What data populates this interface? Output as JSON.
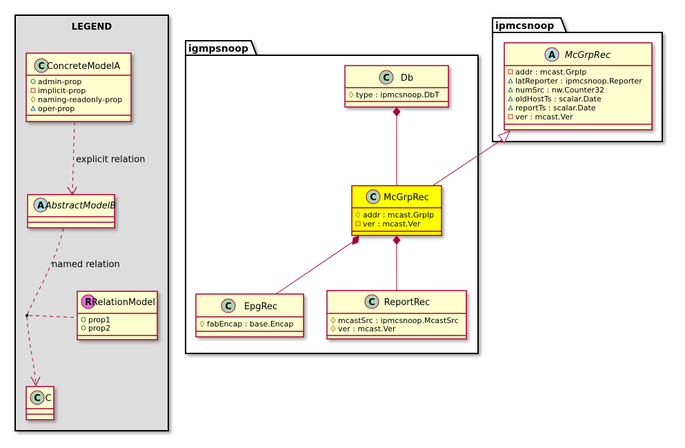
{
  "legend": {
    "title": "LEGEND",
    "concrete_model": {
      "name": "ConcreteModelA",
      "badge": "C",
      "attrs": [
        {
          "vis": "+",
          "text": "admin-prop"
        },
        {
          "vis": "-",
          "text": "implicit-prop"
        },
        {
          "vis": "#",
          "text": "naming-readonly-prop"
        },
        {
          "vis": "~",
          "text": "oper-prop"
        }
      ]
    },
    "explicit_relation_label": "explicit relation",
    "abstract_model": {
      "name": "AbstractModelB",
      "badge": "A"
    },
    "named_relation_label": "named relation",
    "relation_model": {
      "name": "RelationModel",
      "badge": "R",
      "attrs": [
        {
          "vis": "+",
          "text": "prop1"
        },
        {
          "vis": "+",
          "text": "prop2"
        }
      ]
    },
    "c_model": {
      "name": "C",
      "badge": "C"
    }
  },
  "igmpsnoop": {
    "name": "igmpsnoop",
    "db": {
      "name": "Db",
      "badge": "C",
      "attrs": [
        {
          "vis": "#",
          "text": "type : ipmcsnoop.DbT"
        }
      ]
    },
    "mcgrprec": {
      "name": "McGrpRec",
      "badge": "C",
      "attrs": [
        {
          "vis": "#",
          "text": "addr : mcast.GrpIp"
        },
        {
          "vis": "-",
          "text": "ver : mcast.Ver"
        }
      ]
    },
    "epgrec": {
      "name": "EpgRec",
      "badge": "C",
      "attrs": [
        {
          "vis": "#",
          "text": "fabEncap : base.Encap"
        }
      ]
    },
    "reportrec": {
      "name": "ReportRec",
      "badge": "C",
      "attrs": [
        {
          "vis": "#",
          "text": "mcastSrc : ipmcsnoop.McastSrc"
        },
        {
          "vis": "#",
          "text": "ver : mcast.Ver"
        }
      ]
    }
  },
  "ipmcsnoop": {
    "name": "ipmcsnoop",
    "mcgrprec": {
      "name": "McGrpRec",
      "badge": "A",
      "attrs": [
        {
          "vis": "-",
          "text": "addr : mcast.GrpIp"
        },
        {
          "vis": "~",
          "text": "latReporter : ipmcsnoop.Reporter"
        },
        {
          "vis": "~",
          "text": "numSrc : nw.Counter32"
        },
        {
          "vis": "~",
          "text": "oldHostTs : scalar.Date"
        },
        {
          "vis": "~",
          "text": "reportTs : scalar.Date"
        },
        {
          "vis": "-",
          "text": "ver : mcast.Ver"
        }
      ]
    }
  },
  "colors": {
    "class_fill": "#FEFECE",
    "class_border": "#A80036",
    "highlight_fill": "#FFFF00",
    "legend_bg": "#DDDDDD",
    "badge_c": "#ADD1B2",
    "badge_a": "#A9DCDF",
    "badge_r": "#E170D8",
    "line": "#A80036"
  }
}
